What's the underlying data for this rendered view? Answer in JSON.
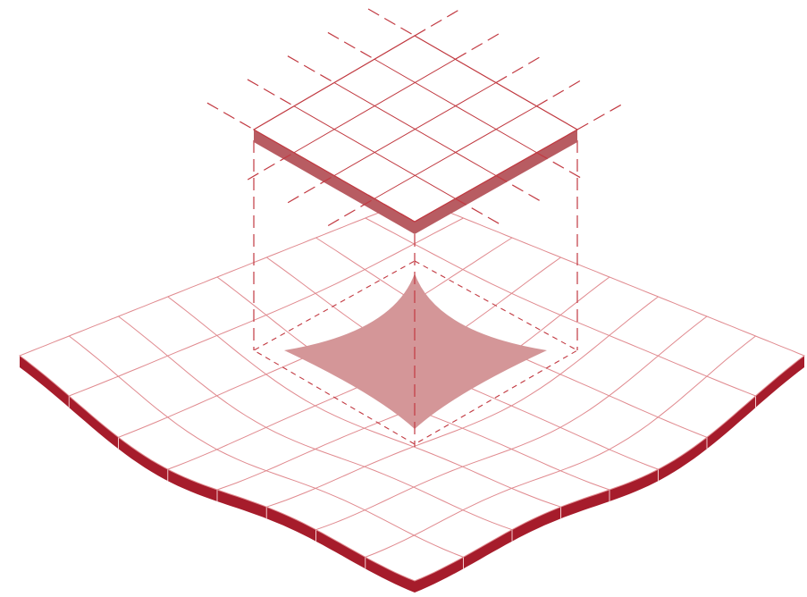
{
  "figure": {
    "kind": "isometric-surface-deformation-illustration",
    "flat_panel": {
      "grid_cells": 4
    },
    "surface": {
      "grid_cells": 8
    }
  },
  "colors": {
    "background": "#ffffff",
    "line": "#c0383f",
    "light_line": "#e08a8f",
    "edge_dark": "#a61c2b",
    "panel_side": "#b85c62",
    "projection_fill": "#d49698",
    "dash": "#c23a42"
  }
}
